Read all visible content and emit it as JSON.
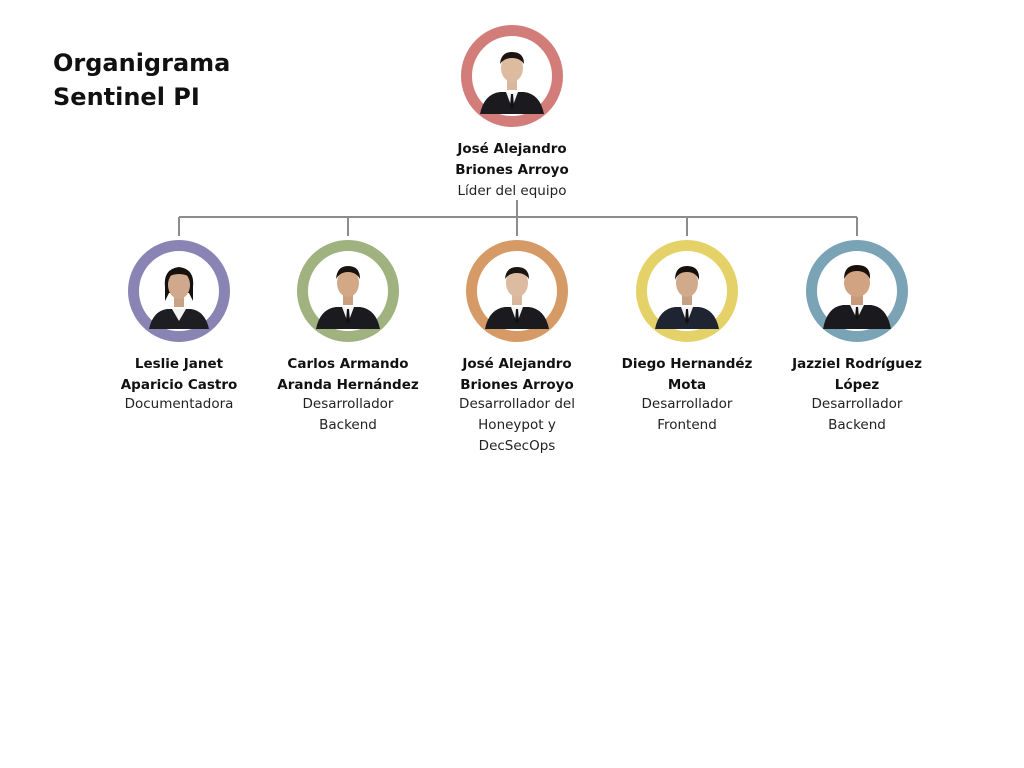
{
  "title": {
    "line1": "Organigrama",
    "line2": "Sentinel PI"
  },
  "colors": {
    "connector": "#8c8c8c",
    "leader_ring": "#d27d7a",
    "ring_1": "#8984b4",
    "ring_2": "#9fb27f",
    "ring_3": "#d69a66",
    "ring_4": "#e4d268",
    "ring_5": "#7aa3b6"
  },
  "leader": {
    "name_line1": "José Alejandro",
    "name_line2": "Briones Arroyo",
    "role_line1": "Líder del equipo",
    "photo": "person-photo-icon"
  },
  "members": [
    {
      "name_line1": "Leslie Janet",
      "name_line2": "Aparicio Castro",
      "role_line1": "Documentadora",
      "role_line2": "",
      "role_line3": "",
      "photo": "person-photo-icon"
    },
    {
      "name_line1": "Carlos Armando",
      "name_line2": "Aranda Hernández",
      "role_line1": "Desarrollador",
      "role_line2": "Backend",
      "role_line3": "",
      "photo": "person-photo-icon"
    },
    {
      "name_line1": "José Alejandro",
      "name_line2": "Briones Arroyo",
      "role_line1": "Desarrollador del",
      "role_line2": "Honeypot y",
      "role_line3": "DecSecOps",
      "photo": "person-photo-icon"
    },
    {
      "name_line1": "Diego Hernandéz",
      "name_line2": "Mota",
      "role_line1": "Desarrollador",
      "role_line2": "Frontend",
      "role_line3": "",
      "photo": "person-photo-icon"
    },
    {
      "name_line1": "Jazziel Rodríguez",
      "name_line2": "López",
      "role_line1": "Desarrollador",
      "role_line2": "Backend",
      "role_line3": "",
      "photo": "person-photo-icon"
    }
  ]
}
